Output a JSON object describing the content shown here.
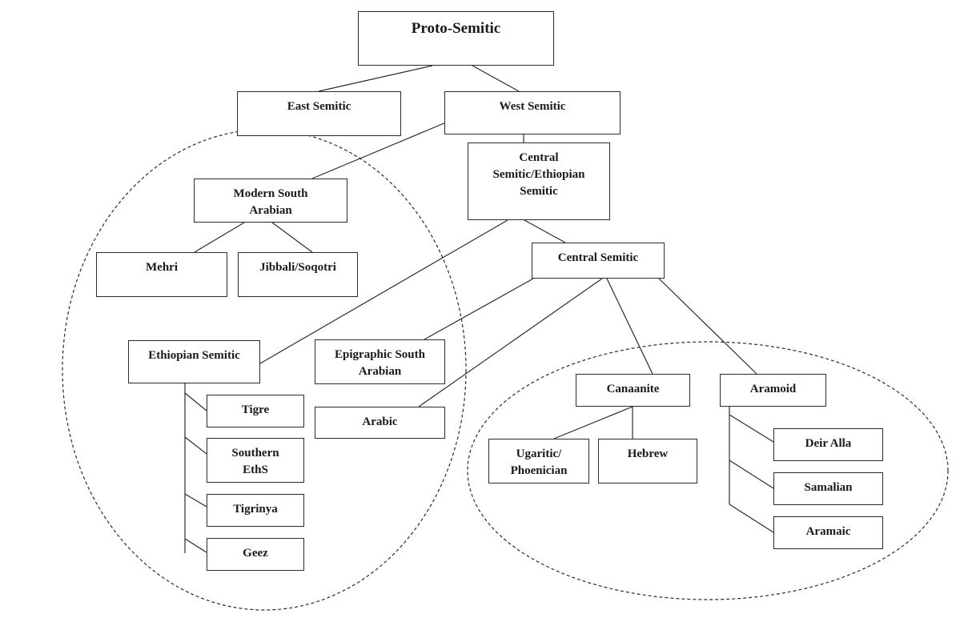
{
  "nodes": {
    "proto_semitic": "Proto-Semitic",
    "east_semitic": "East Semitic",
    "west_semitic": "West Semitic",
    "central_ethiopian": "Central\nSemitic/Ethiopian\nSemitic",
    "modern_south_arabian": "Modern South\nArabian",
    "mehri": "Mehri",
    "jibbali": "Jibbali/Soqotri",
    "central_semitic": "Central Semitic",
    "ethiopian_semitic": "Ethiopian Semitic",
    "epigraphic_south_arabian": "Epigraphic South\nArabian",
    "arabic": "Arabic",
    "canaanite": "Canaanite",
    "aramoid": "Aramoid",
    "tigre": "Tigre",
    "southern_eths": "Southern\nEthS",
    "tigrinya": "Tigrinya",
    "geez": "Geez",
    "ugaritic": "Ugaritic/\nPhoenician",
    "hebrew": "Hebrew",
    "deir_alla": "Deir Alla",
    "samalian": "Samalian",
    "aramaic": "Aramaic"
  },
  "colors": {
    "line": "#2b2b2b",
    "border": "#2b2b2b",
    "text": "#1a1a1a",
    "background": "#ffffff"
  }
}
